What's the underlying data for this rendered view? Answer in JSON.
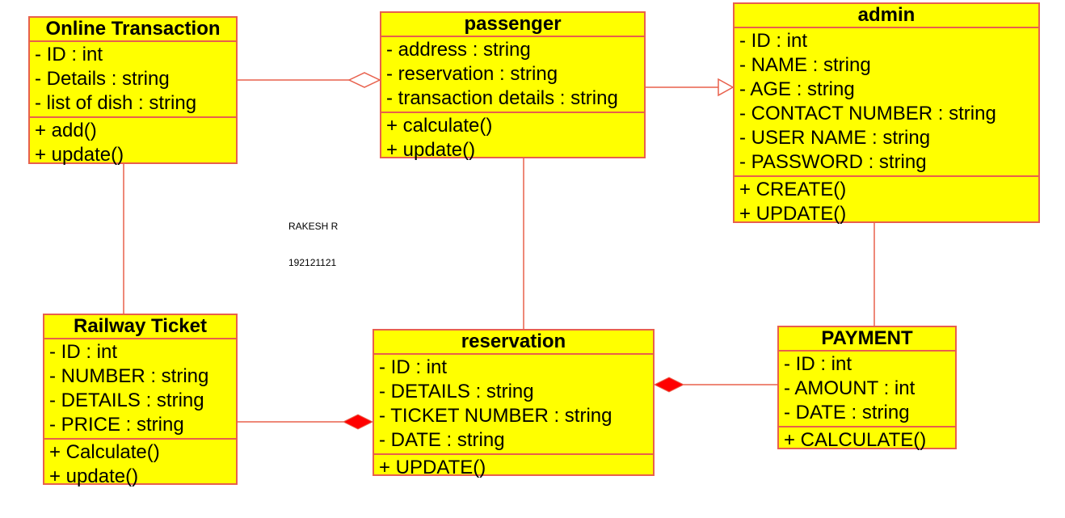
{
  "classes": {
    "online": {
      "name": "Online Transaction",
      "attributes": [
        "- ID : int",
        "- Details : string",
        "- list of dish : string"
      ],
      "methods": [
        "+ add()",
        "+ update()"
      ]
    },
    "passenger": {
      "name": "passenger",
      "attributes": [
        "- address : string",
        "- reservation : string",
        "- transaction details : string"
      ],
      "methods": [
        "+ calculate()",
        "+ update()"
      ]
    },
    "admin": {
      "name": "admin",
      "attributes": [
        "- ID : int",
        "- NAME : string",
        "- AGE : string",
        "- CONTACT NUMBER : string",
        "- USER NAME : string",
        "- PASSWORD : string"
      ],
      "methods": [
        "+ CREATE()",
        "+ UPDATE()"
      ]
    },
    "railway": {
      "name": "Railway Ticket",
      "attributes": [
        "- ID : int",
        "- NUMBER : string",
        "- DETAILS : string",
        "- PRICE : string"
      ],
      "methods": [
        "+ Calculate()",
        "+ update()"
      ]
    },
    "reservation": {
      "name": "reservation",
      "attributes": [
        "- ID : int",
        "- DETAILS : string",
        "- TICKET NUMBER : string",
        "- DATE : string"
      ],
      "methods": [
        "+ UPDATE()"
      ]
    },
    "payment": {
      "name": "PAYMENT",
      "attributes": [
        "- ID : int",
        "- AMOUNT : int",
        "- DATE : string"
      ],
      "methods": [
        "+ CALCULATE()"
      ]
    }
  },
  "author": {
    "name": "RAKESH R",
    "id": "192121121"
  },
  "colors": {
    "box_fill": "#ffff00",
    "line": "#e8604c",
    "diamond_fill": "#ff0000"
  }
}
